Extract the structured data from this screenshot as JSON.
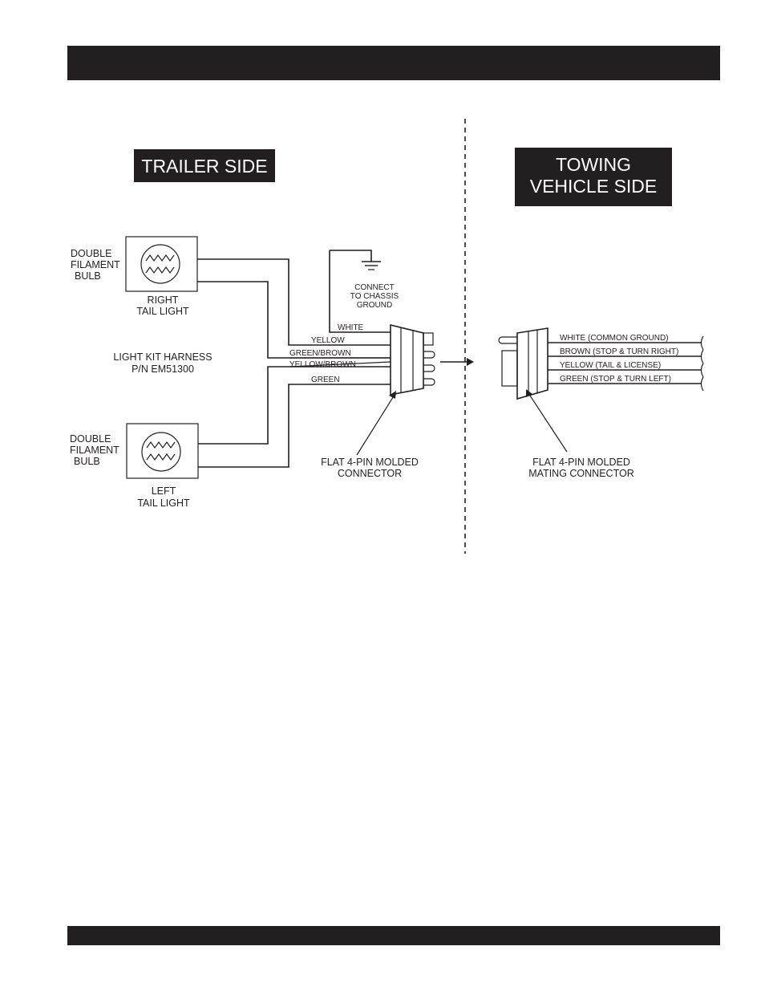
{
  "labels": {
    "trailer_side": "TRAILER SIDE",
    "towing_line1": "TOWING",
    "towing_line2": "VEHICLE SIDE",
    "bulb_top_l1": "DOUBLE",
    "bulb_top_l2": "FILAMENT",
    "bulb_top_l3": "BULB",
    "bulb_bot_l1": "DOUBLE",
    "bulb_bot_l2": "FILAMENT",
    "bulb_bot_l3": "BULB",
    "right_tail_l1": "RIGHT",
    "right_tail_l2": "TAIL LIGHT",
    "left_tail_l1": "LEFT",
    "left_tail_l2": "TAIL LIGHT",
    "harness_l1": "LIGHT KIT HARNESS",
    "harness_l2": "P/N EM51300",
    "chassis_l1": "CONNECT",
    "chassis_l2": "TO CHASSIS",
    "chassis_l3": "GROUND",
    "wire_white": "WHITE",
    "wire_yellow": "YELLOW",
    "wire_green_brown": "GREEN/BROWN",
    "wire_yellow_brown": "YELLOW/BROWN",
    "wire_green": "GREEN",
    "connector_l1": "FLAT 4-PIN MOLDED",
    "connector_l2": "CONNECTOR",
    "mating_l1": "FLAT 4-PIN MOLDED",
    "mating_l2": "MATING CONNECTOR",
    "vehicle_wire_1": "WHITE (COMMON GROUND)",
    "vehicle_wire_2": "BROWN (STOP & TURN RIGHT)",
    "vehicle_wire_3": "YELLOW (TAIL & LICENSE)",
    "vehicle_wire_4": "GREEN (STOP & TURN LEFT)"
  }
}
